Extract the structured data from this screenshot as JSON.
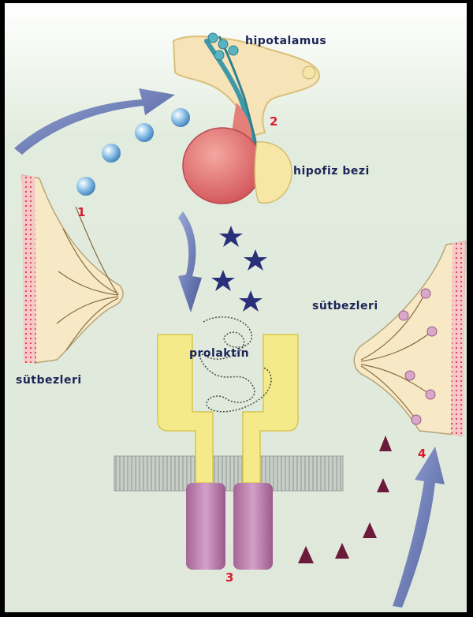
{
  "labels": {
    "hypothalamus": "hipotalamus",
    "pituitary": "hipofiz bezi",
    "prolactin": "prolaktin",
    "mammary_left": "sütbezleri",
    "mammary_right": "sütbezleri"
  },
  "steps": [
    "1",
    "2",
    "3",
    "4"
  ],
  "colors": {
    "background": "#000000",
    "panel": "#e2ecde",
    "label_text": "#1c2456",
    "step_number": "#d8192e",
    "arrow": "#6f7fb3",
    "receptor_outer": "#f5ea8a",
    "receptor_inner": "#b578a6",
    "hormone_star": "#2a2f7a",
    "triangle": "#6b1a3a"
  },
  "icons": [
    "blue-sphere-icon",
    "star-hormone-icon",
    "triangle-signal-icon",
    "curved-arrow-icon"
  ]
}
